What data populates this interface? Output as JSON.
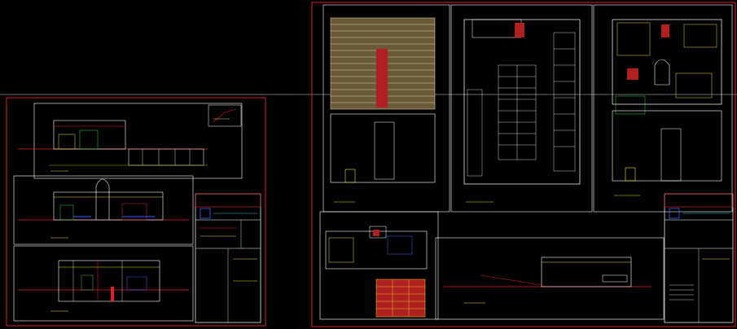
{
  "app": {
    "kind": "CAD drawing viewport",
    "background": "#000000"
  },
  "colors": {
    "border": "#e0202a",
    "frame": "#ffffff",
    "wall": "#ffffff",
    "dimension": "#e8e020",
    "hatch": "#d8c890",
    "accent_blue": "#3a60ff",
    "accent_cyan": "#20c8c8",
    "accent_green": "#30d040",
    "accent_magenta": "#d040d0"
  },
  "sheets": [
    {
      "id": "left-sheet",
      "content": [
        "elevation",
        "section",
        "section",
        "title-block"
      ]
    },
    {
      "id": "right-sheet",
      "content": [
        "roof-plan",
        "parking-plan",
        "ground-floor-plan",
        "site-plan",
        "schedule-table",
        "longitudinal-section",
        "title-block"
      ]
    }
  ]
}
